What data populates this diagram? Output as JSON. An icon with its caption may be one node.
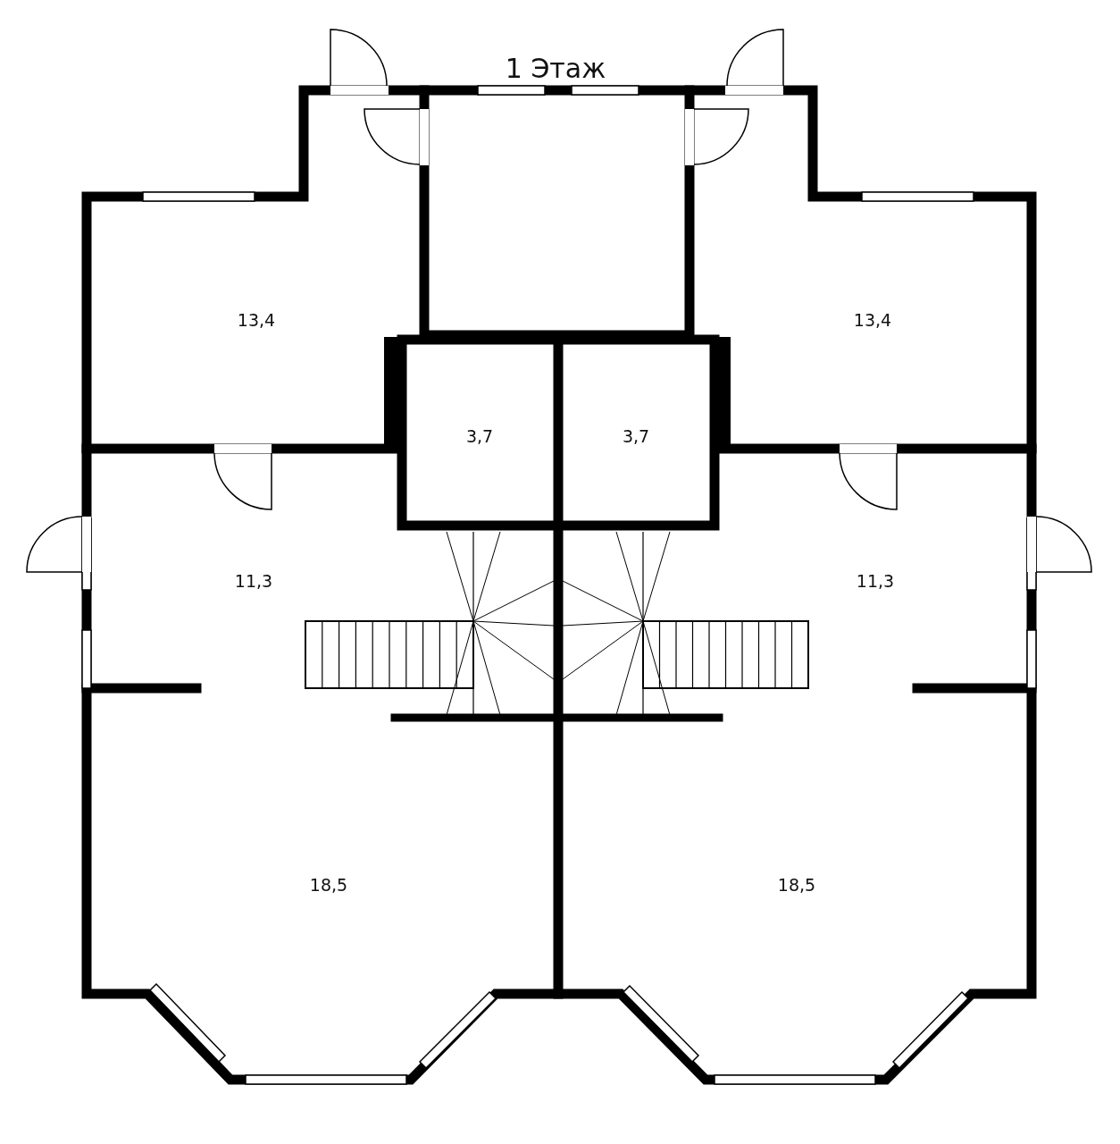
{
  "diagram": {
    "title": "1 Этаж",
    "labels": [
      "13,4",
      "13,4",
      "3,7",
      "3,7",
      "11,3",
      "11,3",
      "18,5",
      "18,5"
    ]
  }
}
